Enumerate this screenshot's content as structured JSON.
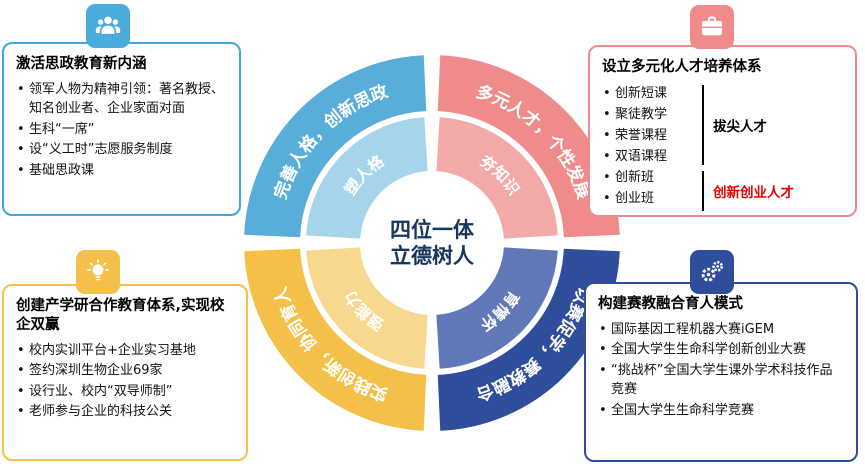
{
  "center": {
    "line1": "四位一体",
    "line2": "立德树人"
  },
  "ring": {
    "top_left": {
      "outer_label": "完善人格，创新思政",
      "inner_label": "塑人格"
    },
    "top_right": {
      "outer_label": "多元人才，个性发展",
      "inner_label": "夯知识"
    },
    "bottom_left": {
      "outer_label": "实践创新，协同育人",
      "inner_label": "强能力"
    },
    "bottom_right": {
      "outer_label": "以赛促学，赛教融合",
      "inner_label": "育情怀"
    }
  },
  "boxes": {
    "ideology": {
      "title": "激活思政教育新内涵",
      "bullets": [
        "领军人物为精神引领：著名教授、知名创业者、企业家面对面",
        "生科“一席”",
        "设“义工时”志愿服务制度",
        "基础思政课"
      ]
    },
    "talent": {
      "title": "设立多元化人才培养体系",
      "items": [
        "创新短课",
        "聚徒教学",
        "荣誉课程",
        "双语课程",
        "创新班",
        "创业班"
      ],
      "group1_label": "拔尖人才",
      "group2_label": "创新创业人才"
    },
    "cooperation": {
      "title": "创建产学研合作教育体系,实现校企双赢",
      "bullets": [
        "校内实训平台+企业实习基地",
        "签约深圳生物企业69家",
        "设行业、校内“双导师制”",
        "老师参与企业的科技公关"
      ]
    },
    "competition": {
      "title": "构建赛教融合育人模式",
      "bullets": [
        "国际基因工程机器大赛iGEM",
        "全国大学生生命科学创新创业大赛",
        "“挑战杯”全国大学生课外学术科技作品竞赛",
        "全国大学生生命科学竞赛"
      ]
    }
  },
  "icons": {
    "top_left": "people-icon",
    "top_right": "briefcase-icon",
    "bottom_left": "lightbulb-icon",
    "bottom_right": "gears-icon"
  },
  "colors": {
    "tl_outer": "#58AED9",
    "tl_inner": "#A6D4EB",
    "tr_outer": "#EF8B8B",
    "tr_inner": "#F3A9A7",
    "bl_outer": "#F5C04A",
    "bl_inner": "#F8D88F",
    "br_outer": "#2E4D9B",
    "br_inner": "#6077B8",
    "box_blue": "#3FA9DC",
    "box_red": "#EF8B8B",
    "box_yellow": "#F5C04A",
    "box_navy": "#2E4D9B",
    "center_text": "#17365D",
    "highlight_red": "#E60000"
  }
}
